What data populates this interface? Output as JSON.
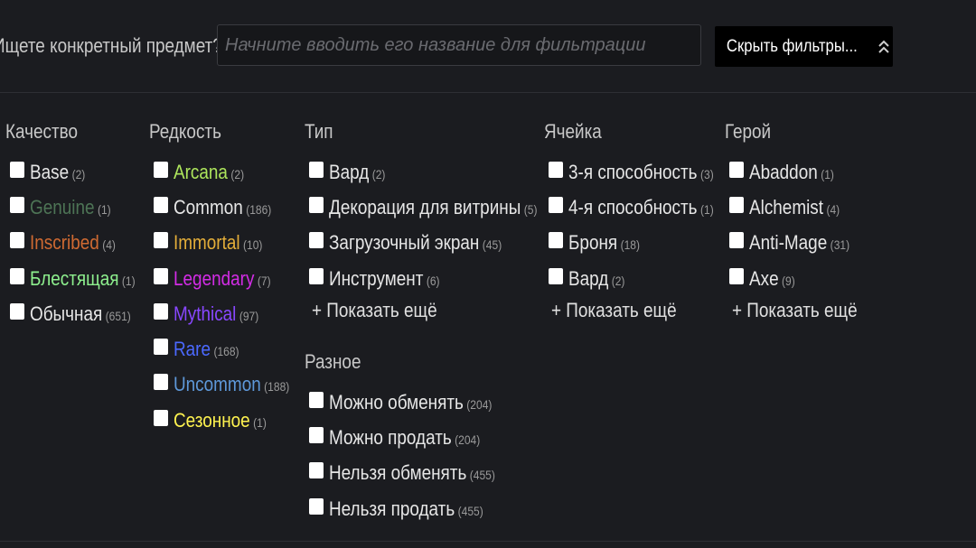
{
  "search": {
    "label": "Ищете конкретный предмет?",
    "placeholder": "Начните вводить его название для фильтрации",
    "value": ""
  },
  "hide_filters": {
    "label": "Скрыть фильтры..."
  },
  "show_more_label": "+ Показать ещё",
  "colors": {
    "default": "#e6e6e6",
    "genuine": "#4d7455",
    "inscribed": "#cf6a32",
    "shiny": "#8ef08e",
    "arcana": "#ade55c",
    "immortal": "#e4ae39",
    "legendary": "#d32ce6",
    "mythical": "#8847ff",
    "rare": "#4b69ff",
    "uncommon": "#5e98d9",
    "seasonal": "#fff34f"
  },
  "filters": {
    "quality": {
      "title": "Качество",
      "items": [
        {
          "label": "Base",
          "count": "(2)",
          "color": "#e6e6e6"
        },
        {
          "label": "Genuine",
          "count": "(1)",
          "color": "#4d7455"
        },
        {
          "label": "Inscribed",
          "count": "(4)",
          "color": "#cf6a32"
        },
        {
          "label": "Блестящая",
          "count": "(1)",
          "color": "#8ef08e"
        },
        {
          "label": "Обычная",
          "count": "(651)",
          "color": "#e6e6e6"
        }
      ]
    },
    "rarity": {
      "title": "Редкость",
      "items": [
        {
          "label": "Arcana",
          "count": "(2)",
          "color": "#ade55c"
        },
        {
          "label": "Common",
          "count": "(186)",
          "color": "#e6e6e6"
        },
        {
          "label": "Immortal",
          "count": "(10)",
          "color": "#e4ae39"
        },
        {
          "label": "Legendary",
          "count": "(7)",
          "color": "#d32ce6"
        },
        {
          "label": "Mythical",
          "count": "(97)",
          "color": "#8847ff"
        },
        {
          "label": "Rare",
          "count": "(168)",
          "color": "#4b69ff"
        },
        {
          "label": "Uncommon",
          "count": "(188)",
          "color": "#5e98d9"
        },
        {
          "label": "Сезонное",
          "count": "(1)",
          "color": "#fff34f"
        }
      ]
    },
    "type": {
      "title": "Тип",
      "items": [
        {
          "label": "Вард",
          "count": "(2)",
          "color": "#e6e6e6"
        },
        {
          "label": "Декорация для витрины",
          "count": "(5)",
          "color": "#e6e6e6"
        },
        {
          "label": "Загрузочный экран",
          "count": "(45)",
          "color": "#e6e6e6"
        },
        {
          "label": "Инструмент",
          "count": "(6)",
          "color": "#e6e6e6"
        }
      ]
    },
    "misc": {
      "title": "Разное",
      "items": [
        {
          "label": "Можно обменять",
          "count": "(204)",
          "color": "#e6e6e6"
        },
        {
          "label": "Можно продать",
          "count": "(204)",
          "color": "#e6e6e6"
        },
        {
          "label": "Нельзя обменять",
          "count": "(455)",
          "color": "#e6e6e6"
        },
        {
          "label": "Нельзя продать",
          "count": "(455)",
          "color": "#e6e6e6"
        }
      ]
    },
    "slot": {
      "title": "Ячейка",
      "items": [
        {
          "label": "3-я способность",
          "count": "(3)",
          "color": "#e6e6e6"
        },
        {
          "label": "4-я способность",
          "count": "(1)",
          "color": "#e6e6e6"
        },
        {
          "label": "Броня",
          "count": "(18)",
          "color": "#e6e6e6"
        },
        {
          "label": "Вард",
          "count": "(2)",
          "color": "#e6e6e6"
        }
      ]
    },
    "hero": {
      "title": "Герой",
      "items": [
        {
          "label": "Abaddon",
          "count": "(1)",
          "color": "#e6e6e6"
        },
        {
          "label": "Alchemist",
          "count": "(4)",
          "color": "#e6e6e6"
        },
        {
          "label": "Anti-Mage",
          "count": "(31)",
          "color": "#e6e6e6"
        },
        {
          "label": "Axe",
          "count": "(9)",
          "color": "#e6e6e6"
        }
      ]
    }
  }
}
